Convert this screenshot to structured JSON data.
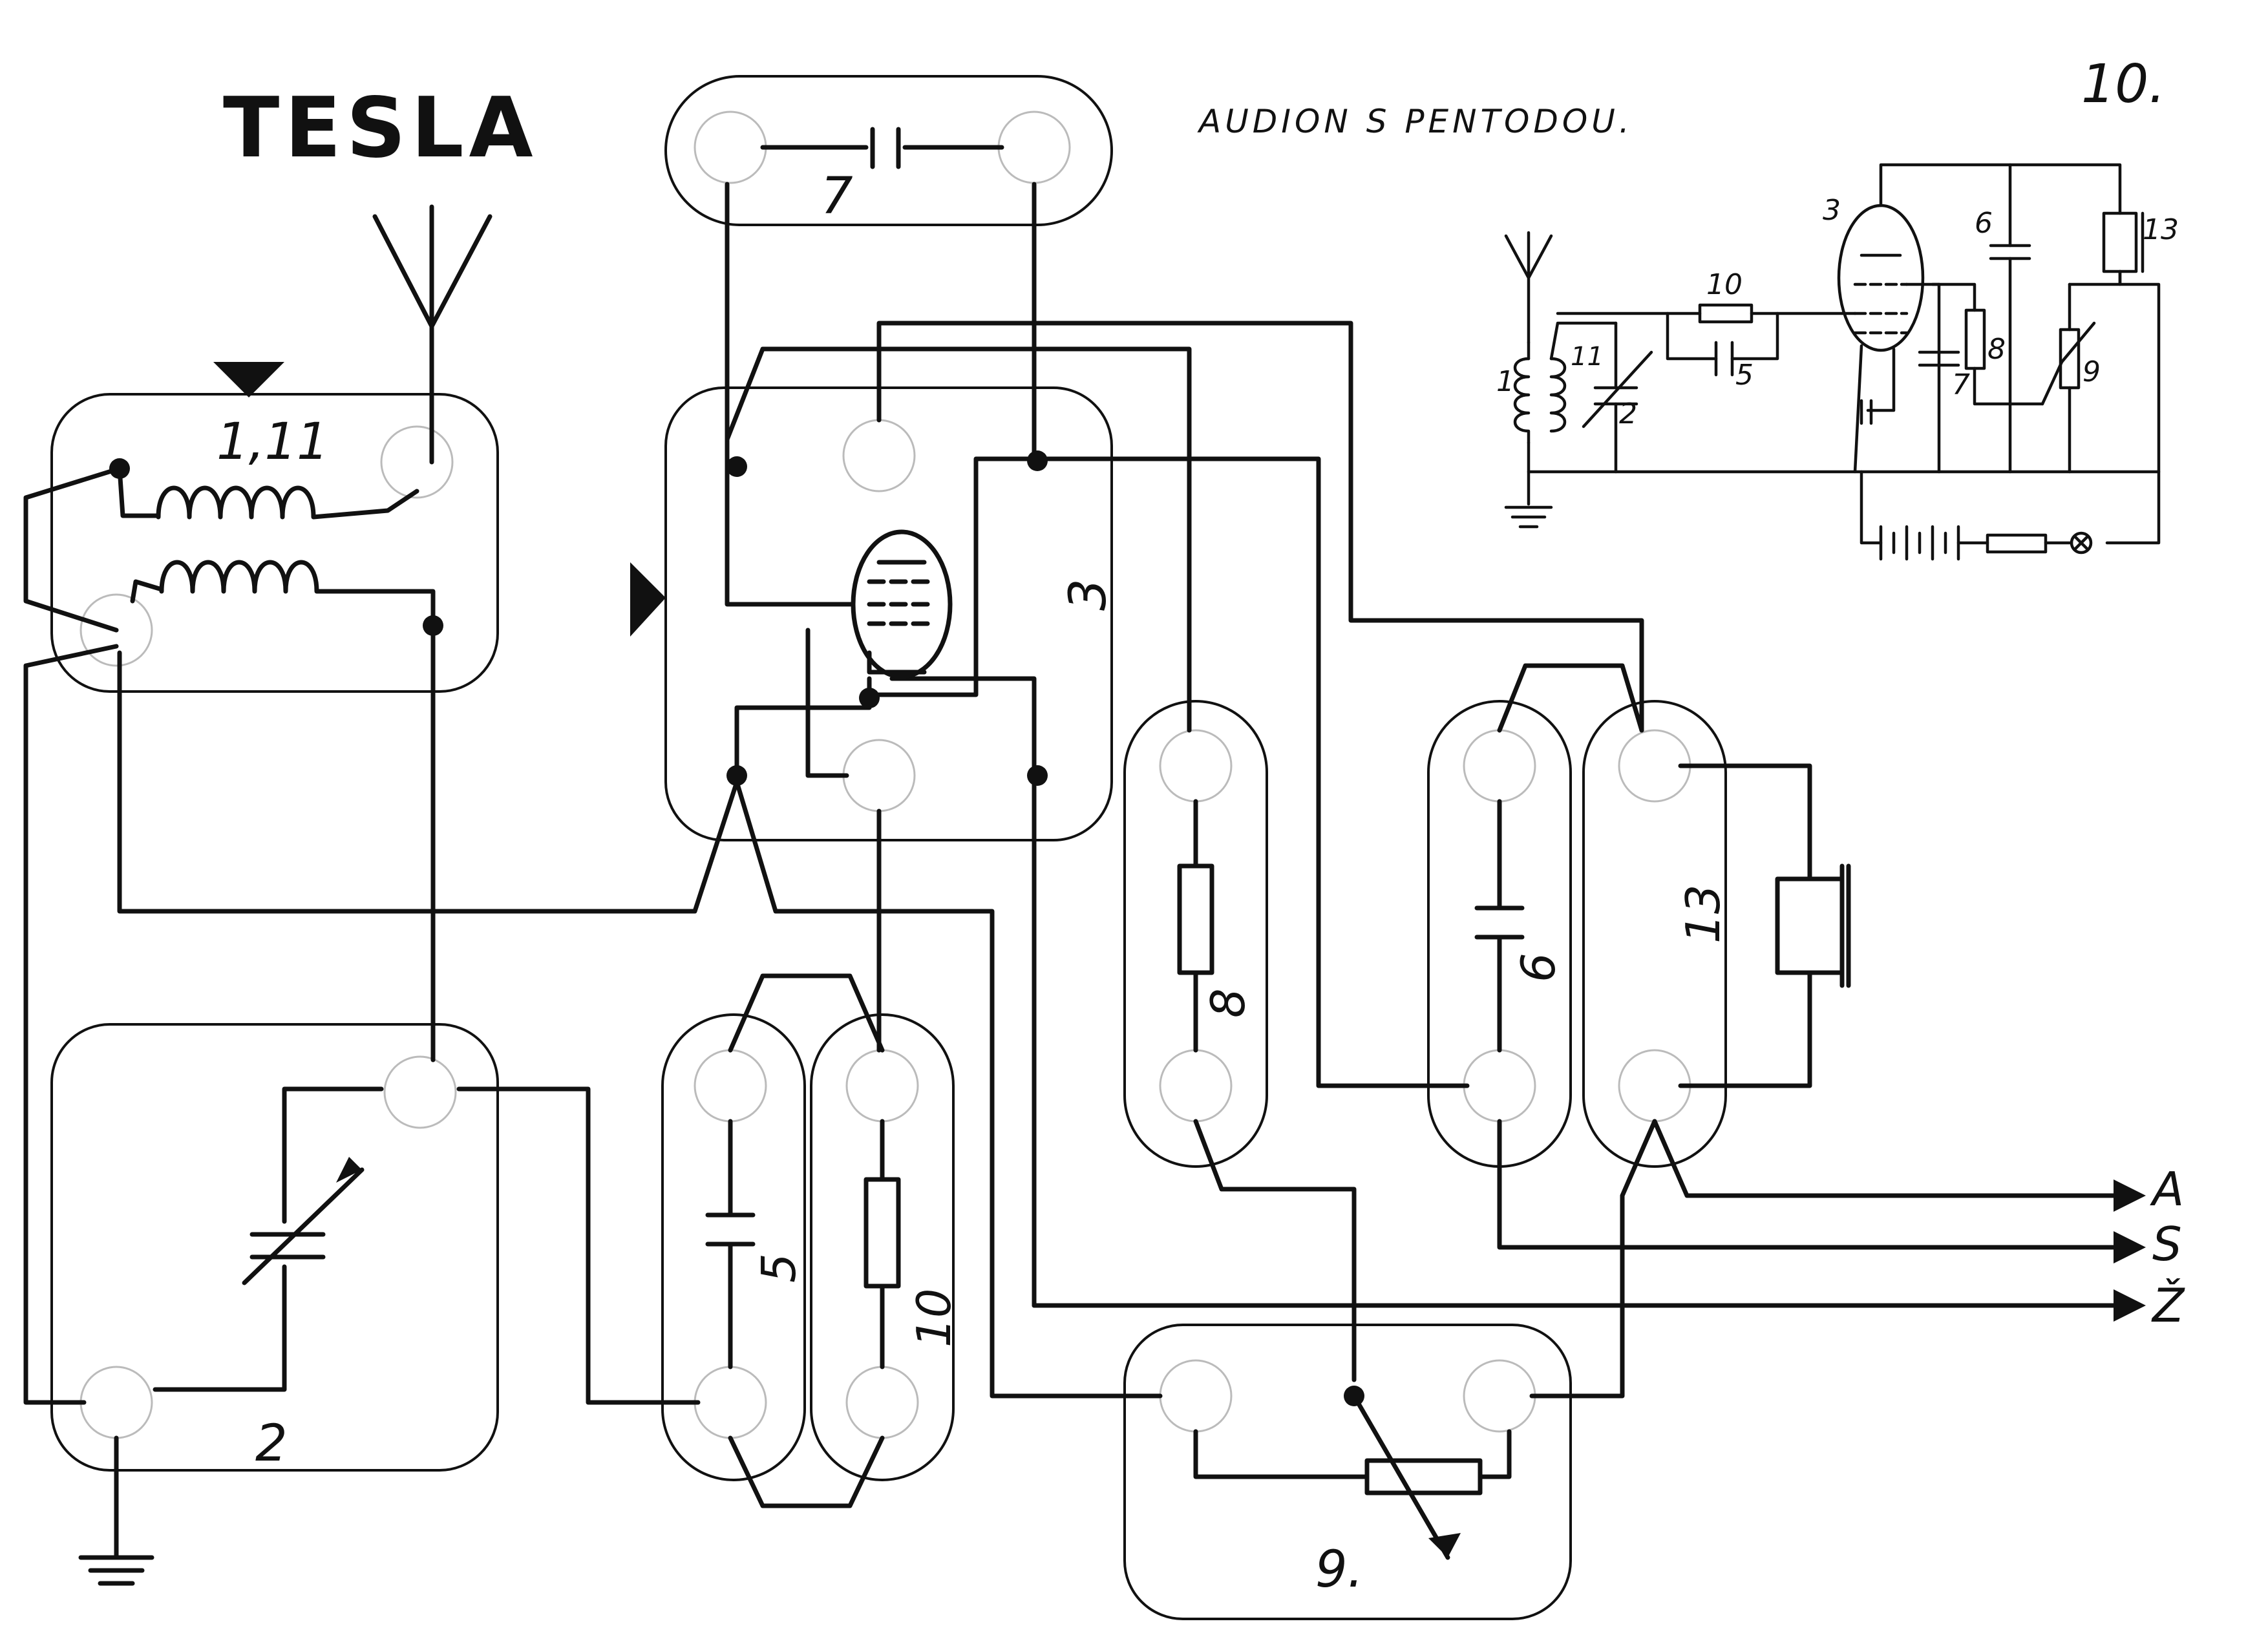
{
  "brand": "TESLA",
  "title": "AUDION S PENTODOU.",
  "sheet_number": "10.",
  "board_labels": {
    "coil": "1,11",
    "condenser_7": "7",
    "tube": "3",
    "tuning_cap": "2",
    "cap_5": "5",
    "resistor_10": "10",
    "resistor_8": "8",
    "cap_6": "6",
    "phones_13": "13",
    "pot_9": "9."
  },
  "terminals": {
    "a": "A",
    "s": "S",
    "z": "Ž"
  },
  "schematic_labels": {
    "coil_1": "1",
    "coil_11": "11",
    "cap_2": "2",
    "res_10": "10",
    "cap_5": "5",
    "tube_3": "3",
    "cap_6": "6",
    "cap_7": "7",
    "res_8": "8",
    "pot_9": "9",
    "phones_13": "13"
  },
  "colors": {
    "ink": "#111111",
    "paper": "#ffffff"
  }
}
